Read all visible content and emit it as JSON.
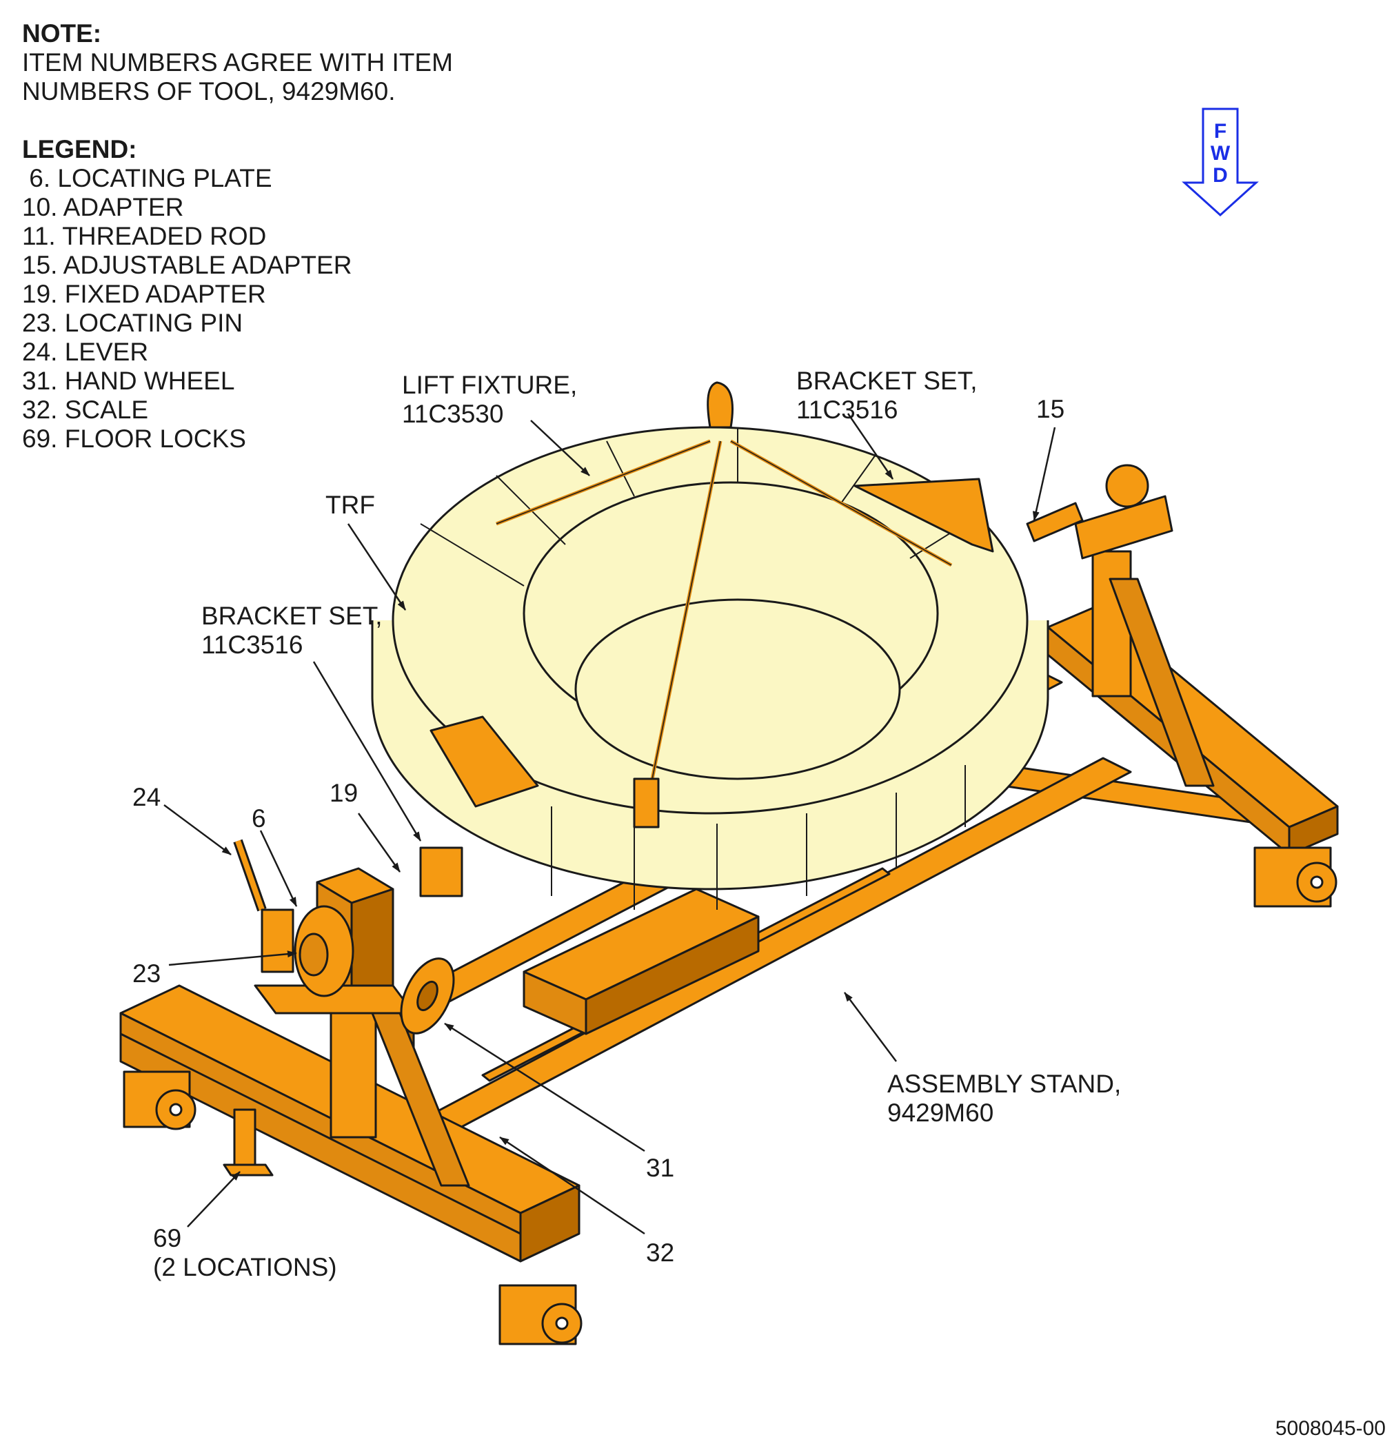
{
  "note": {
    "title": "NOTE:",
    "line1": "ITEM NUMBERS AGREE WITH ITEM",
    "line2": "NUMBERS OF TOOL, 9429M60."
  },
  "legend": {
    "title": "LEGEND:",
    "items": [
      " 6. LOCATING PLATE",
      "10. ADAPTER",
      "11. THREADED ROD",
      "15. ADJUSTABLE ADAPTER",
      "19. FIXED ADAPTER",
      "23. LOCATING PIN",
      "24. LEVER",
      "31. HAND WHEEL",
      "32. SCALE",
      "69. FLOOR LOCKS"
    ]
  },
  "callouts": {
    "lift_fixture": [
      "LIFT FIXTURE,",
      "11C3530"
    ],
    "bracket_set_top": [
      "BRACKET SET,",
      "11C3516"
    ],
    "item_15": "15",
    "trf": "TRF",
    "bracket_set_left": [
      "BRACKET SET,",
      "11C3516"
    ],
    "item_19": "19",
    "item_24": "24",
    "item_6": "6",
    "item_23": "23",
    "assembly_stand": [
      "ASSEMBLY STAND,",
      "9429M60"
    ],
    "item_31": "31",
    "item_32": "32",
    "item_69": [
      "69",
      "(2 LOCATIONS)"
    ]
  },
  "fwd_arrow": {
    "letters": [
      "F",
      "W",
      "D"
    ],
    "color": "#1a2ee6"
  },
  "drawing_id": "5008045-00",
  "colors": {
    "stand": "#f59a12",
    "stand_dark": "#b86a00",
    "part": "#fbf7c4",
    "line": "#1a1a1a"
  }
}
